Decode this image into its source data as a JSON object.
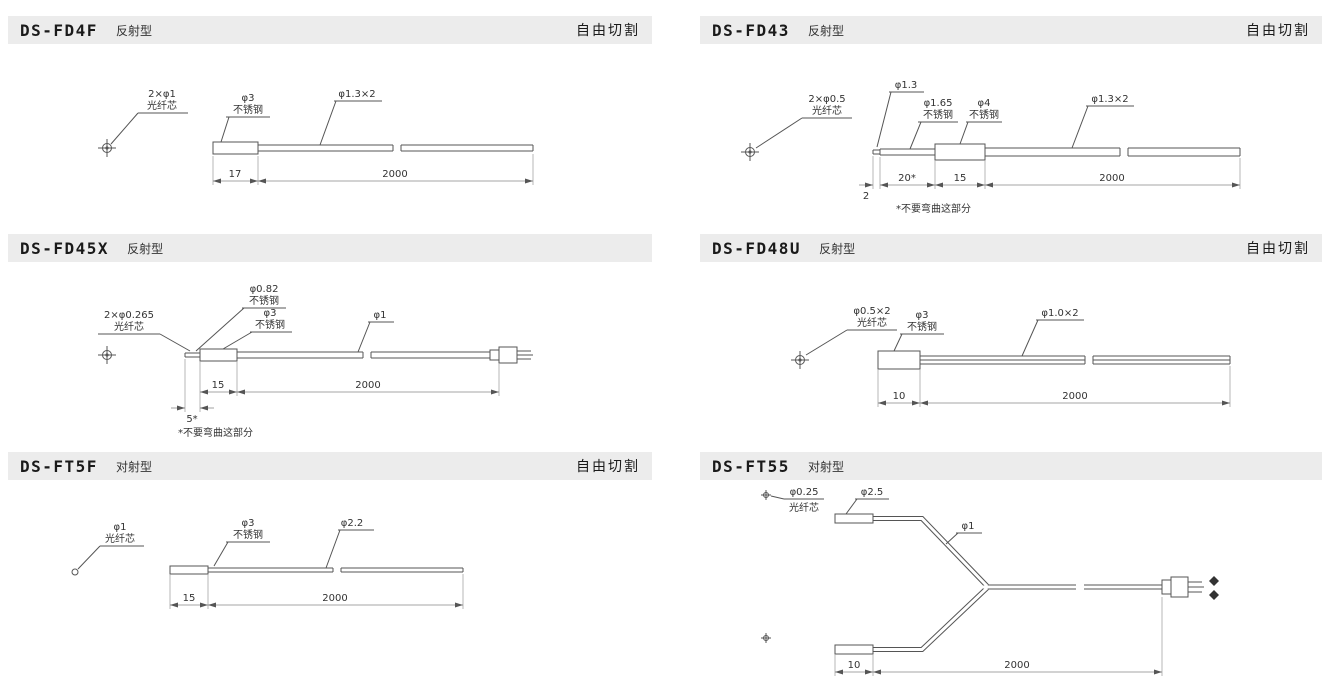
{
  "page": {
    "background": "#ffffff",
    "header_bg": "#ececec",
    "line_color": "#555555"
  },
  "panels": [
    {
      "id": "ds-fd4f",
      "model": "DS-FD4F",
      "type": "反射型",
      "badge": "自由切割",
      "labels": {
        "core": "2×φ1",
        "core_sub": "光纤芯",
        "steel": "φ3",
        "steel_sub": "不锈钢",
        "cable": "φ1.3×2"
      },
      "dims": {
        "d1": "17",
        "d2": "2000"
      }
    },
    {
      "id": "ds-fd43",
      "model": "DS-FD43",
      "type": "反射型",
      "badge": "自由切割",
      "labels": {
        "tip": "φ1.3",
        "core": "2×φ0.5",
        "core_sub": "光纤芯",
        "tube": "φ1.65",
        "tube_sub": "不锈钢",
        "steel": "φ4",
        "steel_sub": "不锈钢",
        "cable": "φ1.3×2"
      },
      "dims": {
        "d0": "2",
        "d1": "20*",
        "d2": "15",
        "d3": "2000"
      },
      "note": "*不要弯曲这部分"
    },
    {
      "id": "ds-fd45x",
      "model": "DS-FD45X",
      "type": "反射型",
      "labels": {
        "tip": "φ0.82",
        "tip_sub": "不锈钢",
        "core": "2×φ0.265",
        "core_sub": "光纤芯",
        "steel": "φ3",
        "steel_sub": "不锈钢",
        "cable": "φ1"
      },
      "dims": {
        "d0": "5*",
        "d1": "15",
        "d2": "2000"
      },
      "note": "*不要弯曲这部分"
    },
    {
      "id": "ds-fd48u",
      "model": "DS-FD48U",
      "type": "反射型",
      "badge": "自由切割",
      "labels": {
        "core": "φ0.5×2",
        "core_sub": "光纤芯",
        "steel": "φ3",
        "steel_sub": "不锈钢",
        "cable": "φ1.0×2"
      },
      "dims": {
        "d1": "10",
        "d2": "2000"
      }
    },
    {
      "id": "ds-ft5f",
      "model": "DS-FT5F",
      "type": "对射型",
      "badge": "自由切割",
      "labels": {
        "core": "φ1",
        "core_sub": "光纤芯",
        "steel": "φ3",
        "steel_sub": "不锈钢",
        "cable": "φ2.2"
      },
      "dims": {
        "d1": "15",
        "d2": "2000"
      }
    },
    {
      "id": "ds-ft55",
      "model": "DS-FT55",
      "type": "对射型",
      "labels": {
        "core": "φ0.25",
        "core_sub": "光纤芯",
        "tube": "φ2.5",
        "cable": "φ1"
      },
      "dims": {
        "d1": "10",
        "d2": "2000"
      }
    }
  ]
}
